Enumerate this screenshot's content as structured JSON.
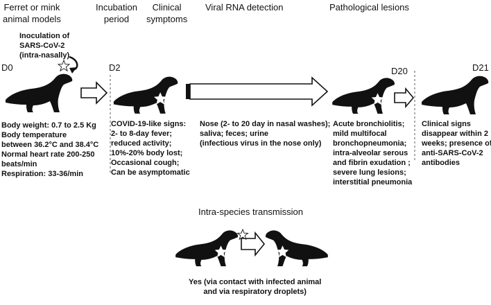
{
  "headers": {
    "models": "Ferret or mink\nanimal models",
    "incubation": "Incubation\nperiod",
    "clinical": "Clinical\nsymptoms",
    "viral": "Viral RNA  detection",
    "patho": "Pathological lesions"
  },
  "inoculation": "Inoculation of\nSARS-CoV-2\n(intra-nasally)",
  "days": {
    "d0": "D0",
    "d2": "D2",
    "d20": "D20",
    "d21": "D21"
  },
  "baseline": "Body weight: 0.7 to 2.5 Kg\nBody temperature\nbetween 36.2°C and 38.4°C\nNormal heart rate 200-250\nbeats/min\nRespiration: 33-36/min",
  "symptoms": "COVID-19-like signs:\n2- to 8-day fever;\nreduced activity;\n10%-20% body lost;\nOccasional cough;\nCan be asymptomatic",
  "rna": "Nose (2- to 20 day in nasal washes);\nsaliva; feces; urine\n(infectious virus in the nose only)",
  "lesions": "Acute bronchiolitis;\nmild multifocal\nbronchopneumonia;\nintra-alveolar serous\nand fibrin exudation ;\nsevere lung lesions;\ninterstitial pneumonia",
  "recovery": "Clinical signs\ndisappear within 2\nweeks; presence of\nanti-SARS-CoV-2\nantibodies",
  "transmission": {
    "title": "Intra-species transmission",
    "text": "Yes (via contact with infected animal\nand via respiratory droplets)"
  }
}
